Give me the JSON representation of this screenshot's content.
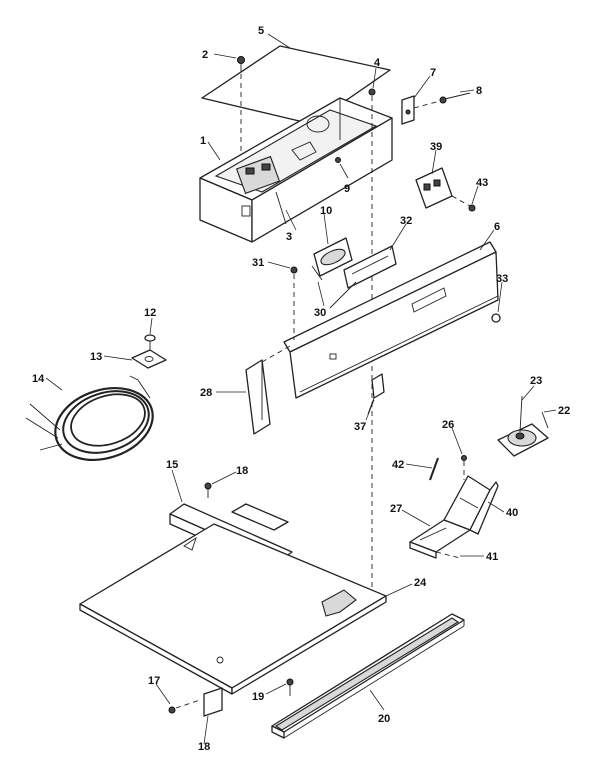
{
  "diagram": {
    "callouts": [
      {
        "id": "c1",
        "text": "1"
      },
      {
        "id": "c2",
        "text": "2"
      },
      {
        "id": "c3",
        "text": "3"
      },
      {
        "id": "c4",
        "text": "4"
      },
      {
        "id": "c5",
        "text": "5"
      },
      {
        "id": "c6",
        "text": "6"
      },
      {
        "id": "c7",
        "text": "7"
      },
      {
        "id": "c8",
        "text": "8"
      },
      {
        "id": "c9",
        "text": "9"
      },
      {
        "id": "c10",
        "text": "10"
      },
      {
        "id": "c12",
        "text": "12"
      },
      {
        "id": "c13",
        "text": "13"
      },
      {
        "id": "c14",
        "text": "14"
      },
      {
        "id": "c15",
        "text": "15"
      },
      {
        "id": "c17",
        "text": "17"
      },
      {
        "id": "c18a",
        "text": "18"
      },
      {
        "id": "c18b",
        "text": "18"
      },
      {
        "id": "c19",
        "text": "19"
      },
      {
        "id": "c20",
        "text": "20"
      },
      {
        "id": "c22",
        "text": "22"
      },
      {
        "id": "c23",
        "text": "23"
      },
      {
        "id": "c24",
        "text": "24"
      },
      {
        "id": "c26",
        "text": "26"
      },
      {
        "id": "c27",
        "text": "27"
      },
      {
        "id": "c28",
        "text": "28"
      },
      {
        "id": "c30",
        "text": "30"
      },
      {
        "id": "c31",
        "text": "31"
      },
      {
        "id": "c32",
        "text": "32"
      },
      {
        "id": "c33",
        "text": "33"
      },
      {
        "id": "c37",
        "text": "37"
      },
      {
        "id": "c39",
        "text": "39"
      },
      {
        "id": "c40",
        "text": "40"
      },
      {
        "id": "c41",
        "text": "41"
      },
      {
        "id": "c42",
        "text": "42"
      },
      {
        "id": "c43",
        "text": "43"
      }
    ]
  }
}
